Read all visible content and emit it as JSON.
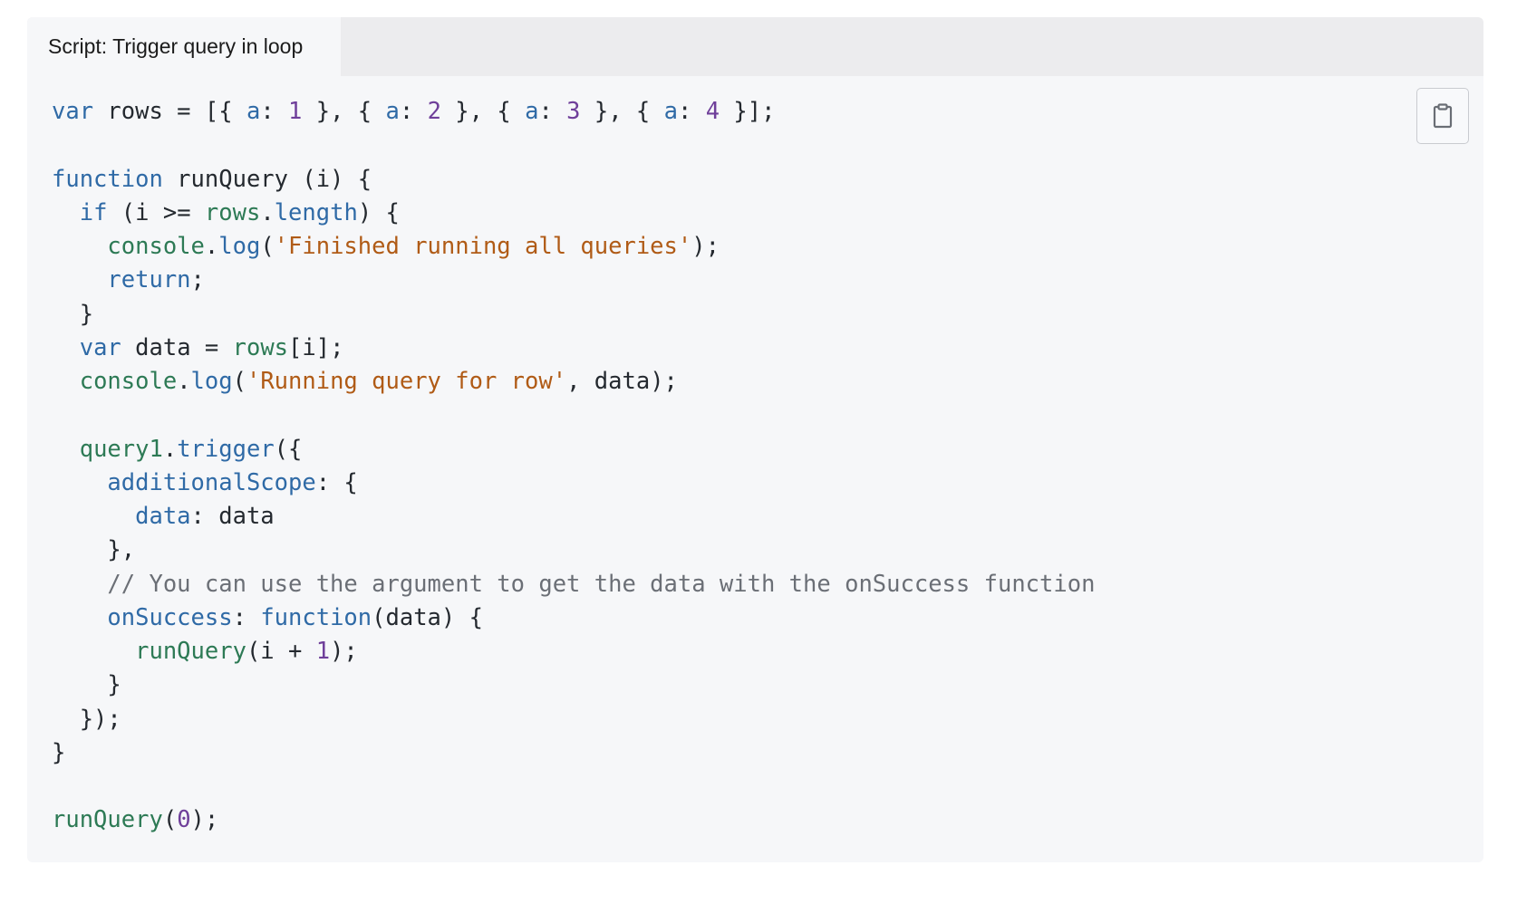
{
  "tab": {
    "title": "Script: Trigger query in loop"
  },
  "copy_button": {
    "icon": "clipboard-icon"
  },
  "code": {
    "language": "javascript",
    "lines": [
      [
        {
          "t": "kw",
          "v": "var"
        },
        {
          "t": "plain",
          "v": " rows = [{ "
        },
        {
          "t": "prop",
          "v": "a"
        },
        {
          "t": "plain",
          "v": ": "
        },
        {
          "t": "num",
          "v": "1"
        },
        {
          "t": "plain",
          "v": " }, { "
        },
        {
          "t": "prop",
          "v": "a"
        },
        {
          "t": "plain",
          "v": ": "
        },
        {
          "t": "num",
          "v": "2"
        },
        {
          "t": "plain",
          "v": " }, { "
        },
        {
          "t": "prop",
          "v": "a"
        },
        {
          "t": "plain",
          "v": ": "
        },
        {
          "t": "num",
          "v": "3"
        },
        {
          "t": "plain",
          "v": " }, { "
        },
        {
          "t": "prop",
          "v": "a"
        },
        {
          "t": "plain",
          "v": ": "
        },
        {
          "t": "num",
          "v": "4"
        },
        {
          "t": "plain",
          "v": " }];"
        }
      ],
      [],
      [
        {
          "t": "kw",
          "v": "function"
        },
        {
          "t": "plain",
          "v": " runQuery (i) {"
        }
      ],
      [
        {
          "t": "plain",
          "v": "  "
        },
        {
          "t": "kw",
          "v": "if"
        },
        {
          "t": "plain",
          "v": " (i >= "
        },
        {
          "t": "var",
          "v": "rows"
        },
        {
          "t": "plain",
          "v": "."
        },
        {
          "t": "prop",
          "v": "length"
        },
        {
          "t": "plain",
          "v": ") {"
        }
      ],
      [
        {
          "t": "plain",
          "v": "    "
        },
        {
          "t": "var",
          "v": "console"
        },
        {
          "t": "plain",
          "v": "."
        },
        {
          "t": "prop",
          "v": "log"
        },
        {
          "t": "plain",
          "v": "("
        },
        {
          "t": "str",
          "v": "'Finished running all queries'"
        },
        {
          "t": "plain",
          "v": ");"
        }
      ],
      [
        {
          "t": "plain",
          "v": "    "
        },
        {
          "t": "kw",
          "v": "return"
        },
        {
          "t": "plain",
          "v": ";"
        }
      ],
      [
        {
          "t": "plain",
          "v": "  }"
        }
      ],
      [
        {
          "t": "plain",
          "v": "  "
        },
        {
          "t": "kw",
          "v": "var"
        },
        {
          "t": "plain",
          "v": " data = "
        },
        {
          "t": "var",
          "v": "rows"
        },
        {
          "t": "plain",
          "v": "[i];"
        }
      ],
      [
        {
          "t": "plain",
          "v": "  "
        },
        {
          "t": "var",
          "v": "console"
        },
        {
          "t": "plain",
          "v": "."
        },
        {
          "t": "prop",
          "v": "log"
        },
        {
          "t": "plain",
          "v": "("
        },
        {
          "t": "str",
          "v": "'Running query for row'"
        },
        {
          "t": "plain",
          "v": ", data);"
        }
      ],
      [],
      [
        {
          "t": "plain",
          "v": "  "
        },
        {
          "t": "var",
          "v": "query1"
        },
        {
          "t": "plain",
          "v": "."
        },
        {
          "t": "prop",
          "v": "trigger"
        },
        {
          "t": "plain",
          "v": "({"
        }
      ],
      [
        {
          "t": "plain",
          "v": "    "
        },
        {
          "t": "prop",
          "v": "additionalScope"
        },
        {
          "t": "plain",
          "v": ": {"
        }
      ],
      [
        {
          "t": "plain",
          "v": "      "
        },
        {
          "t": "prop",
          "v": "data"
        },
        {
          "t": "plain",
          "v": ": data"
        }
      ],
      [
        {
          "t": "plain",
          "v": "    },"
        }
      ],
      [
        {
          "t": "plain",
          "v": "    "
        },
        {
          "t": "comment",
          "v": "// You can use the argument to get the data with the onSuccess function"
        }
      ],
      [
        {
          "t": "plain",
          "v": "    "
        },
        {
          "t": "prop",
          "v": "onSuccess"
        },
        {
          "t": "plain",
          "v": ": "
        },
        {
          "t": "kw",
          "v": "function"
        },
        {
          "t": "plain",
          "v": "(data) {"
        }
      ],
      [
        {
          "t": "plain",
          "v": "      "
        },
        {
          "t": "var",
          "v": "runQuery"
        },
        {
          "t": "plain",
          "v": "(i + "
        },
        {
          "t": "num",
          "v": "1"
        },
        {
          "t": "plain",
          "v": ");"
        }
      ],
      [
        {
          "t": "plain",
          "v": "    }"
        }
      ],
      [
        {
          "t": "plain",
          "v": "  });"
        }
      ],
      [
        {
          "t": "plain",
          "v": "}"
        }
      ],
      [],
      [
        {
          "t": "var",
          "v": "runQuery"
        },
        {
          "t": "plain",
          "v": "("
        },
        {
          "t": "num",
          "v": "0"
        },
        {
          "t": "plain",
          "v": ");"
        }
      ]
    ]
  }
}
